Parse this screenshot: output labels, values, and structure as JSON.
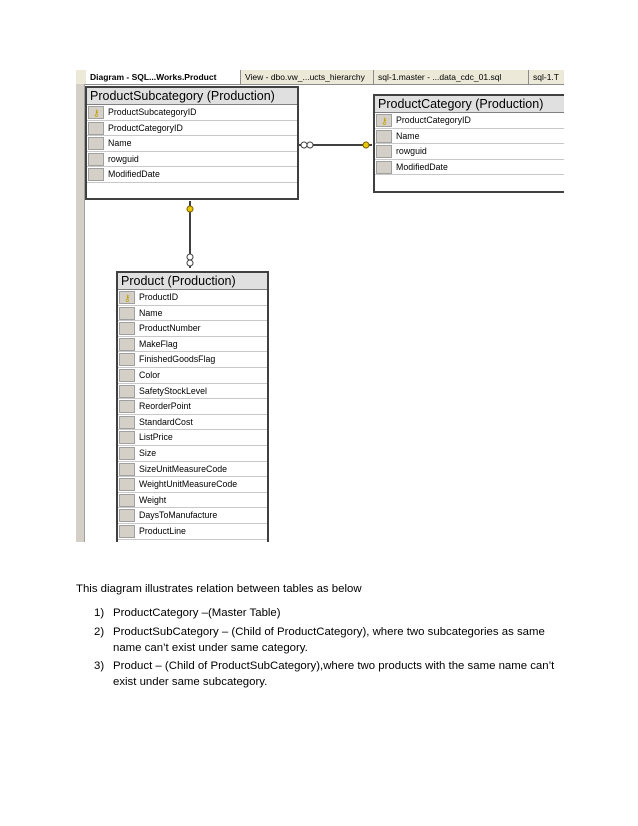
{
  "tabs": [
    {
      "label": "Diagram - SQL...Works.Product",
      "active": true
    },
    {
      "label": "View - dbo.vw_...ucts_hierarchy",
      "active": false
    },
    {
      "label": "sql-1.master - ...data_cdc_01.sql",
      "active": false
    },
    {
      "label": "sql-1.T",
      "active": false
    }
  ],
  "tables": {
    "subcategory": {
      "title": "ProductSubcategory (Production)",
      "columns": [
        "ProductSubcategoryID",
        "ProductCategoryID",
        "Name",
        "rowguid",
        "ModifiedDate"
      ]
    },
    "category": {
      "title": "ProductCategory (Production)",
      "columns": [
        "ProductCategoryID",
        "Name",
        "rowguid",
        "ModifiedDate"
      ]
    },
    "product": {
      "title": "Product (Production)",
      "columns": [
        "ProductID",
        "Name",
        "ProductNumber",
        "MakeFlag",
        "FinishedGoodsFlag",
        "Color",
        "SafetyStockLevel",
        "ReorderPoint",
        "StandardCost",
        "ListPrice",
        "Size",
        "SizeUnitMeasureCode",
        "WeightUnitMeasureCode",
        "Weight",
        "DaysToManufacture",
        "ProductLine"
      ]
    }
  },
  "caption": "This diagram illustrates relation between tables as below",
  "items": [
    {
      "num": "1)",
      "text": "ProductCategory –(Master Table)"
    },
    {
      "num": "2)",
      "text": "ProductSubCategory – (Child of ProductCategory), where  two subcategories as same name can’t  exist  under same category."
    },
    {
      "num": "3)",
      "text": "Product – (Child of ProductSubCategory),where two products with the same name can’t exist under same subcategory."
    }
  ],
  "colors": {
    "key": "#c0a000",
    "border": "#404040",
    "title_bg": "#e0e0e0"
  }
}
